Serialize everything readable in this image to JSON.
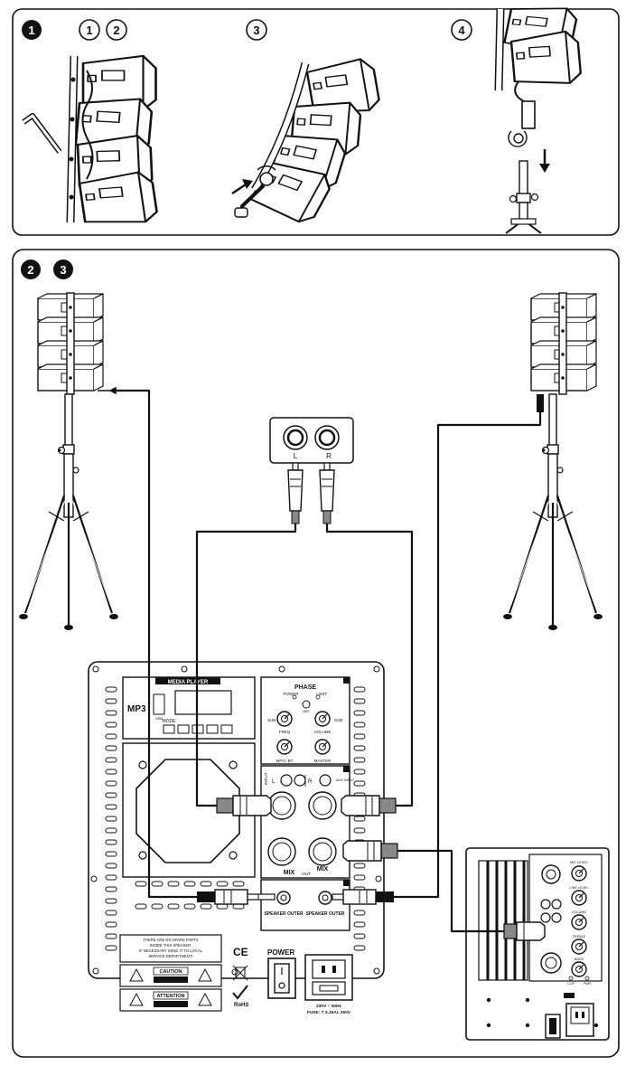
{
  "steps": {
    "badge_1": "1",
    "step_1": "1",
    "step_2": "2",
    "step_3": "3",
    "step_4": "4",
    "badge_2": "2",
    "badge_3": "3"
  },
  "rca_panel": {
    "left": "L",
    "right": "R"
  },
  "media_player": {
    "header": "MEDIA PLAYER",
    "mp3": "MP3",
    "usb": "USB",
    "mode": "MODE"
  },
  "control_panel": {
    "phase": "PHASE",
    "power": "POWER",
    "limit": "LIMIT",
    "phase_deg": "180°",
    "sub": "SUB",
    "freq": "FREQ",
    "volume": "VOLUME",
    "mp3_bt": "MP3 / BT",
    "master": "MASTER"
  },
  "input_panel": {
    "input": "INPUT",
    "l": "L",
    "r": "R",
    "aux_input": "AUX INPUT",
    "mix": "MIX",
    "out": "OUT"
  },
  "speaker_outputs": {
    "out_left": "SPEAKER OUTER",
    "out_right": "SPEAKER OUTER"
  },
  "labels": {
    "warning": [
      "THERE ARE NO SPARE PARTS",
      "INSIDE THIS SPEAKER.",
      "IF NECESSARY SEND IT TO LOCAL",
      "SERVICE DEPARTMENT!"
    ],
    "caution": "CAUTION",
    "attention": "ATTENTION",
    "ce": "CE",
    "rohs": "RoHS",
    "power": "POWER",
    "voltage": "230V ~ 50Hz",
    "fuse": "FUSE: T 3.15AL 250V"
  },
  "amp_panel": {
    "mic_level": "MIC LEVEL",
    "line_level": "LINE LEVEL",
    "volume": "VOLUME",
    "treble": "TREBLE",
    "bass": "BASS",
    "clip": "CLIP",
    "pwr": "PWR"
  }
}
